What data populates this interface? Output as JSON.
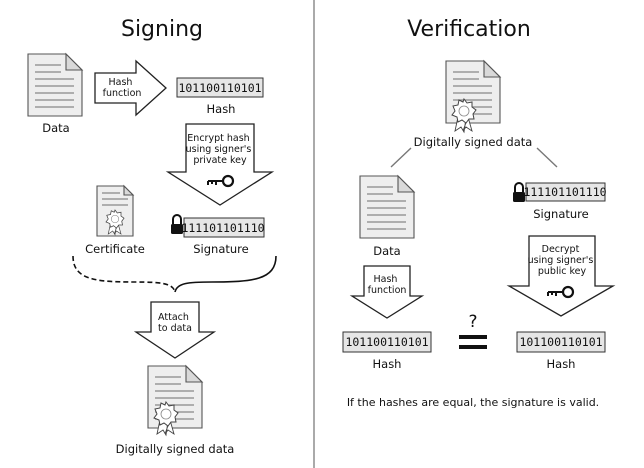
{
  "signing": {
    "title": "Signing",
    "data_label": "Data",
    "hash_function_label": [
      "Hash",
      "function"
    ],
    "hash_bits": "101100110101",
    "hash_label": "Hash",
    "encrypt_label": [
      "Encrypt hash",
      "using signer's",
      "private key"
    ],
    "certificate_label": "Certificate",
    "signature_bits": "111101101110",
    "signature_label": "Signature",
    "attach_label": [
      "Attach",
      "to data"
    ],
    "signed_data_label": "Digitally signed data"
  },
  "verification": {
    "title": "Verification",
    "signed_data_label": "Digitally signed data",
    "data_label": "Data",
    "signature_bits": "111101101110",
    "signature_label": "Signature",
    "hash_function_label": [
      "Hash",
      "function"
    ],
    "decrypt_label": [
      "Decrypt",
      "using signer's",
      "public key"
    ],
    "hash_left_bits": "101100110101",
    "hash_left_label": "Hash",
    "question_mark": "?",
    "hash_right_bits": "101100110101",
    "hash_right_label": "Hash",
    "result_text": "If the hashes are equal, the signature is valid."
  },
  "icons": [
    "document-icon",
    "certificate-icon",
    "key-icon",
    "padlock-icon",
    "seal-icon"
  ]
}
